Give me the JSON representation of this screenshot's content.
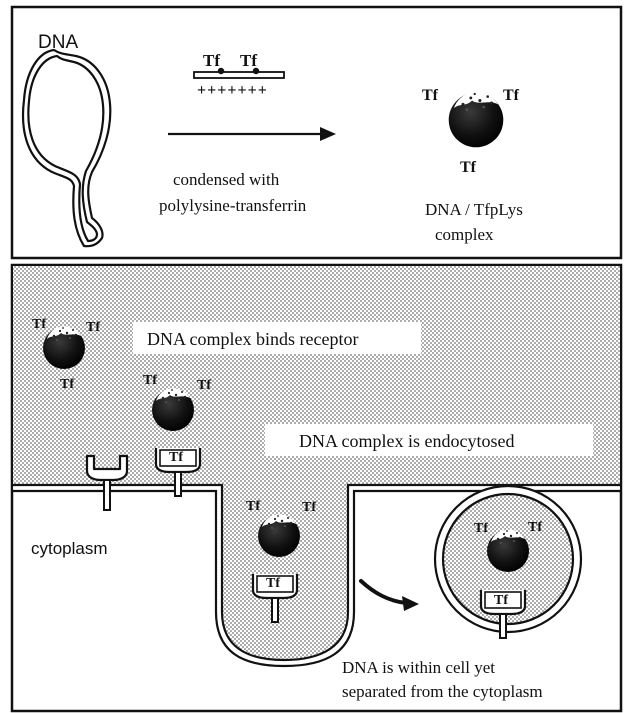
{
  "top": {
    "dna_label": "DNA",
    "tf_left": "Tf",
    "tf_right": "Tf",
    "polylysine_charges": "+++++++",
    "arrow_caption_1": "condensed with",
    "arrow_caption_2": "polylysine-transferrin",
    "complex_tf_left": "Tf",
    "complex_tf_right": "Tf",
    "complex_tf_bottom": "Tf",
    "complex_label_1": "DNA / TfpLys",
    "complex_label_2": "complex"
  },
  "bottom": {
    "binds_label": "DNA complex binds receptor",
    "endocytosed_label": "DNA complex is endocytosed",
    "cytoplasm_label": "cytoplasm",
    "tf": "Tf",
    "receptor_tf": "Tf",
    "within_label_1": "DNA is within cell yet",
    "within_label_2": "separated from the cytoplasm"
  }
}
